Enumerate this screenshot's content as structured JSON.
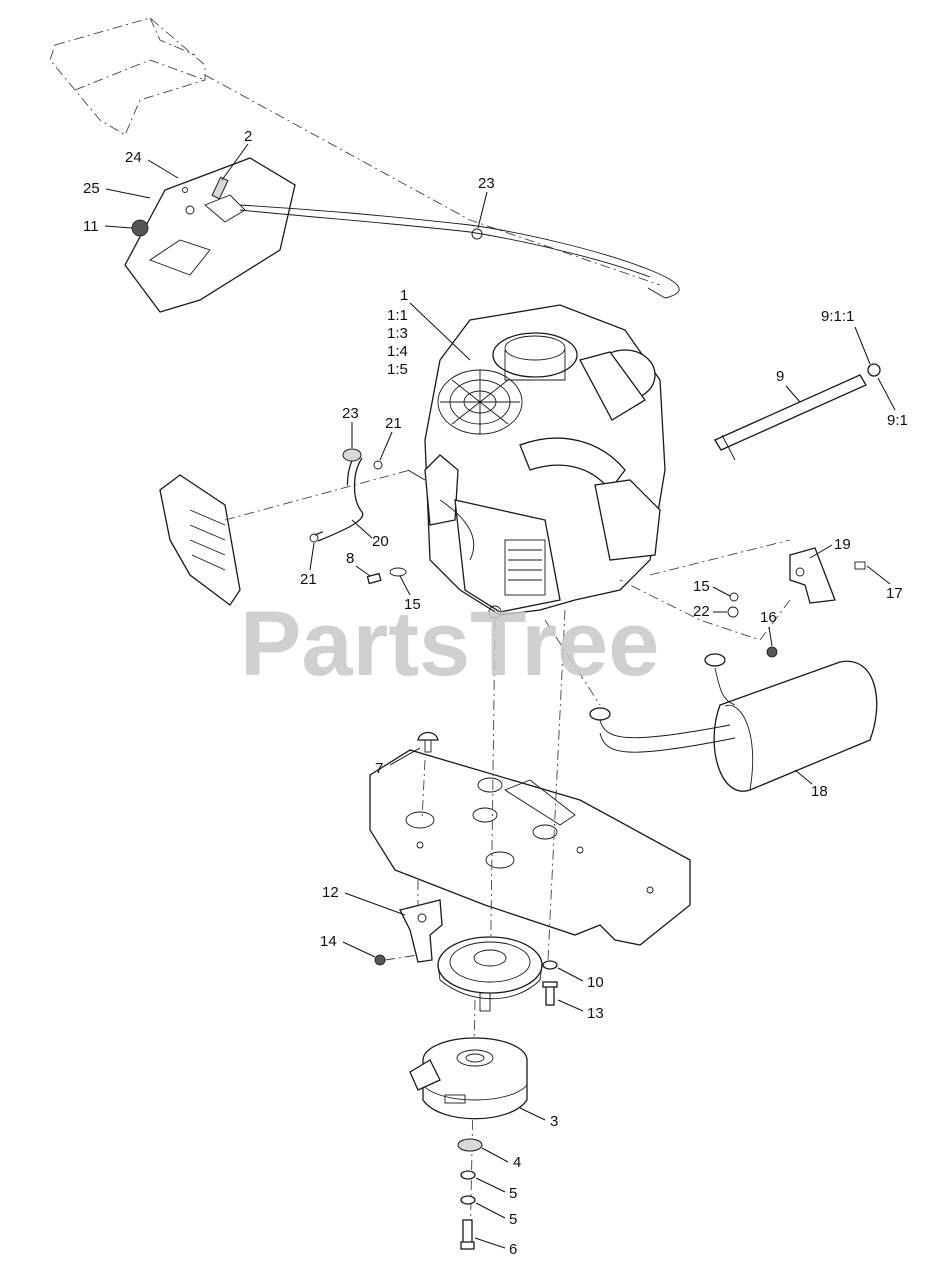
{
  "watermark": "PartsTree",
  "callouts": [
    {
      "id": "c1",
      "text": "1"
    },
    {
      "id": "c1_1",
      "text": "1:1"
    },
    {
      "id": "c1_3",
      "text": "1:3"
    },
    {
      "id": "c1_4",
      "text": "1:4"
    },
    {
      "id": "c1_5",
      "text": "1:5"
    },
    {
      "id": "c2",
      "text": "2"
    },
    {
      "id": "c3",
      "text": "3"
    },
    {
      "id": "c4",
      "text": "4"
    },
    {
      "id": "c5a",
      "text": "5"
    },
    {
      "id": "c5b",
      "text": "5"
    },
    {
      "id": "c6",
      "text": "6"
    },
    {
      "id": "c7",
      "text": "7"
    },
    {
      "id": "c8",
      "text": "8"
    },
    {
      "id": "c9",
      "text": "9"
    },
    {
      "id": "c9_1",
      "text": "9:1"
    },
    {
      "id": "c9_1_1",
      "text": "9:1:1"
    },
    {
      "id": "c10",
      "text": "10"
    },
    {
      "id": "c11",
      "text": "11"
    },
    {
      "id": "c12",
      "text": "12"
    },
    {
      "id": "c13",
      "text": "13"
    },
    {
      "id": "c14",
      "text": "14"
    },
    {
      "id": "c15a",
      "text": "15"
    },
    {
      "id": "c15b",
      "text": "15"
    },
    {
      "id": "c16",
      "text": "16"
    },
    {
      "id": "c17",
      "text": "17"
    },
    {
      "id": "c18",
      "text": "18"
    },
    {
      "id": "c19",
      "text": "19"
    },
    {
      "id": "c20",
      "text": "20"
    },
    {
      "id": "c21a",
      "text": "21"
    },
    {
      "id": "c21b",
      "text": "21"
    },
    {
      "id": "c22",
      "text": "22"
    },
    {
      "id": "c23a",
      "text": "23"
    },
    {
      "id": "c23b",
      "text": "23"
    },
    {
      "id": "c24",
      "text": "24"
    },
    {
      "id": "c25",
      "text": "25"
    }
  ]
}
